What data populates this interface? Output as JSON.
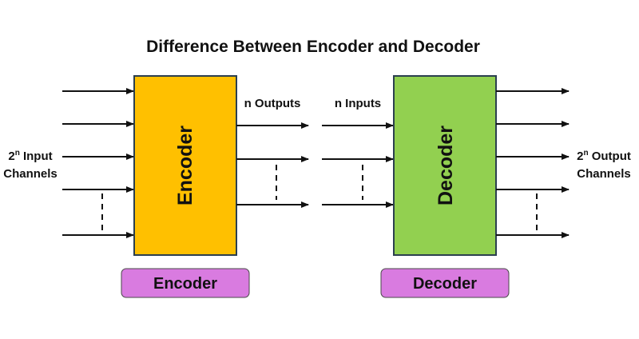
{
  "title": "Difference Between Encoder and Decoder",
  "encoder": {
    "block_label": "Encoder",
    "input_label_base": "2",
    "input_label_sup": "n",
    "input_label_rest": " Input",
    "input_label_line2": "Channels",
    "output_label": "n Outputs",
    "tag_label": "Encoder",
    "block_color": "#FFC000",
    "tag_color": "#D97BE0"
  },
  "decoder": {
    "block_label": "Decoder",
    "input_label": "n Inputs",
    "output_label_base": "2",
    "output_label_sup": "n",
    "output_label_rest": " Output",
    "output_label_line2": "Channels",
    "tag_label": "Decoder",
    "block_color": "#92D050",
    "tag_color": "#D97BE0"
  }
}
